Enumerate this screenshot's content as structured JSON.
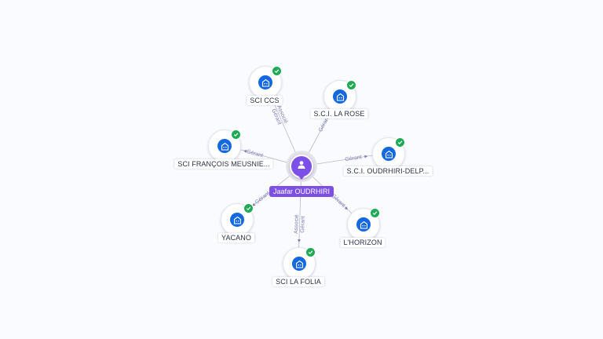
{
  "person": {
    "name": "Jaafar OUDRHIRI",
    "icon": "user-icon"
  },
  "colors": {
    "accent": "#7c4fe6",
    "company": "#1468e0",
    "verified": "#1faa55",
    "edge": "#b6bbcb",
    "role_text": "#7d7fb3"
  },
  "companies": [
    {
      "label": "SCI CCS",
      "roles": [
        "Gérant",
        "Associé"
      ],
      "verified": true
    },
    {
      "label": "S.C.I. LA ROSE",
      "roles": [
        "Gérant"
      ],
      "verified": true
    },
    {
      "label": "SCI FRANÇOIS MEUSNIE...",
      "roles": [
        "Gérant"
      ],
      "verified": true
    },
    {
      "label": "S.C.I. OUDRHIRI-DELP...",
      "roles": [
        "Gérant"
      ],
      "verified": true
    },
    {
      "label": "YACANO",
      "roles": [
        "Gérant"
      ],
      "verified": true
    },
    {
      "label": "L'HORIZON",
      "roles": [
        "Gérant"
      ],
      "verified": true
    },
    {
      "label": "SCI LA FOLIA",
      "roles": [
        "Gérant",
        "Associé"
      ],
      "verified": true
    }
  ]
}
